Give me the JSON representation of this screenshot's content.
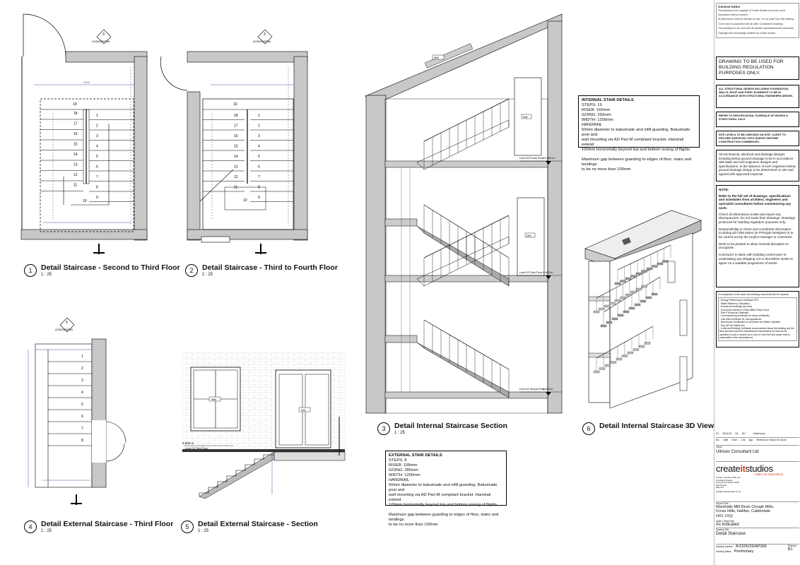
{
  "views": [
    {
      "num": "1",
      "title": "Detail Staircase - Second to Third Floor",
      "scale": "1 : 25"
    },
    {
      "num": "2",
      "title": "Detail Staircase - Third to Fourth Floor",
      "scale": "1 : 25"
    },
    {
      "num": "3",
      "title": "Detail Internal Staircase Section",
      "scale": "1 : 25"
    },
    {
      "num": "4",
      "title": "Detail External Staircase - Third Floor",
      "scale": "1 : 25"
    },
    {
      "num": "5",
      "title": "Detail External Staircase - Section",
      "scale": "1 : 25"
    },
    {
      "num": "6",
      "title": "Detail Internal Staircase 3D View",
      "scale": ""
    }
  ],
  "section_markers": {
    "ref": "A/1526/33/AP306",
    "num_a": "3",
    "num_b": "5"
  },
  "plan1_steps": [
    "19",
    "18",
    "17",
    "16",
    "15",
    "14",
    "13",
    "12",
    "11",
    "1",
    "2",
    "3",
    "4",
    "5",
    "6",
    "7",
    "8",
    "9",
    "10"
  ],
  "plan4_steps": [
    "1",
    "2",
    "3",
    "4",
    "5",
    "6",
    "7",
    "8"
  ],
  "section_labels": {
    "levels": [
      {
        "name": "Level 04 Fourth Floor",
        "value": "12.800 m"
      },
      {
        "name": "Level 03 Third Floor",
        "value": "9.600 m"
      },
      {
        "name": "Level 02 Second Floor",
        "value": "6.400 m"
      }
    ],
    "window": "W54",
    "doors": [
      "D66",
      "D65"
    ],
    "ext_level": {
      "name": "Level 03 Third Floor",
      "value": "9.600 m"
    },
    "ext_window": "W56",
    "ext_door": "D32"
  },
  "internal_stair_notes": [
    "INTERNAL STAIR DETAILS",
    "STEPS: 19",
    "RISER: 165mm",
    "GOING: 250mm",
    "WIDTH: 1200mm",
    "HANDRAIL",
    "50mm diameter to balustrade and infill guarding. Balustrade post and",
    "wall mounting via AD Part M compliant bracket. Handrail extend",
    "100mm horizontally beyond top and bottom nosing of flights.",
    "",
    "Maximum gap between guarding to edges of floor, stairs and landings",
    "to be no more than 100mm"
  ],
  "external_stair_notes": [
    "EXTERNAL STAIR DETAILS",
    "STEPS: 8",
    "RISER: 158mm",
    "GOING: 280mm",
    "WIDTH: 1200mm",
    "HANDRAIL",
    "50mm diameter to balustrade and infill guarding. Balustrade post and",
    "wall mounting via AD Part M compliant bracket. Handrail extend",
    "100mm horizontally beyond top and bottom nosing of flights.",
    "",
    "Maximum gap between guarding to edges of floor, stairs and landings",
    "to be no more than 100mm"
  ],
  "titleblock": {
    "general_notes_title": "General Notes",
    "general_notes": [
      "This drawing is the copyright of Create Studios and must not be reproduced without consent.",
      "All dimensions must be checked on site. Do not scale from this drawing.",
      "To be read in conjunction with all other Consultant's drawings.",
      "This drawing is to be read with all relevant specifications and schedules.",
      "Copyright and all drawings retained by Create Studios."
    ],
    "building_reg": "DRAWING TO BE USED FOR BUILDING REGULATION PURPOSES ONLY.",
    "structural": "ALL STRUCTURAL DESIGN INCLUDING FOUNDATION, WALLS, ROOF AND STEEL ELEMENTS TO BE IN ACCORDANCE WITH STRUCTURAL ENGINEERS DESIGN.",
    "spec_ref": "REFER TO SPECIFICATION, SCHEDULE OF WORKS & STRUCTURAL CALS",
    "site_levels": "SITE LEVELS TO BE CHECKED ON SITE. CLIENT TO PROVIDE SURVEYED TOPO SURVEY BEFORE CONSTRUCTION COMMENCES.",
    "drainage": "All mechanical, electrical and drainage designs including below ground drainage to be in accordance with M&E and civil engineers designs and specifications. In the absence of such engineers below ground drainage design to be determined on site and agreed with approved inspector.",
    "note_title": "NOTE:",
    "note_bold": "Refer to the full set of drawings, specifications and schedules from architect, engineers and specialist consultants before commencing any work.",
    "note_items": [
      "Check all dimensions onsite and report any discrepancies. Do not scale from drawings. Drawings produced for building regulation purposes only.",
      "Responsibility to check and coordinate information including all CDM duties (ie Principle Designer) is to be carried out by the project manager or contractor.",
      "Work to be phased to allow minimal disruption to occupants.",
      "Contractor to liaise with building control prior to undertaking any stripping out or demolition works to agree on a suitable programme of works."
    ],
    "completion_intro": "On completion of the works the following documents will be required:",
    "completion_items": [
      "- Energy Performance Certificate EPC",
      "- Water Efficiency Calculation",
      "- Extract test readings (fan test)",
      "- Sound test results for Party Walls /Party Floors",
      "- Part P Electrical Certificate",
      "- Commissioning certificate (for alarm certificate)",
      "- Gas Safe certificate for Gas Appliances",
      "- Benchmark Certificates for Unvented Hot Water Cylinders",
      "- Reg 38 Fire Safety Info",
      "- A relevant Building Certificate recommended about the building and the fixed services and their maintenance requirements so that can be operated in such a manner as to use no more fuel and power than is reasonable in the circumstances"
    ],
    "revision_row": {
      "rev": "D1",
      "date": "20/11/23",
      "by": "SA",
      "chk": "SH",
      "desc": "Initial Issue"
    },
    "revision_headers": [
      "No.",
      "Date",
      "Drwn",
      "Chk",
      "App",
      "Revision or reason for issue"
    ],
    "client_label": "Client",
    "client": "Ultrises Consultant Ltd",
    "logo_main": "create",
    "logo_it": "it",
    "logo_tail": "studios",
    "logo_tagline": "make an impression",
    "company": [
      "Create It Studios (NE) Ltd",
      "Cleveland Square",
      "Donnybrook Street North",
      "Manchester",
      "M11 3LY"
    ],
    "company_email": "info@createitstudios.co.uk",
    "project_label": "Project Title",
    "project": [
      "Marshalls Mill Dean Clough Mills,",
      "Cross Hills, Halifax, Calderdale",
      "HX1 1XQ"
    ],
    "scale_label": "Scale / Sheet Size",
    "scale": "As indicated",
    "drawing_title_label": "Drawing Title",
    "drawing_title": "Detail Staircase",
    "drawing_number_label": "Drawing Number",
    "drawing_number": "A/1526/33/AP306",
    "revision_label": "Revision",
    "revision": "B1",
    "status_label": "Drawing Status",
    "status": "Preliminary"
  }
}
